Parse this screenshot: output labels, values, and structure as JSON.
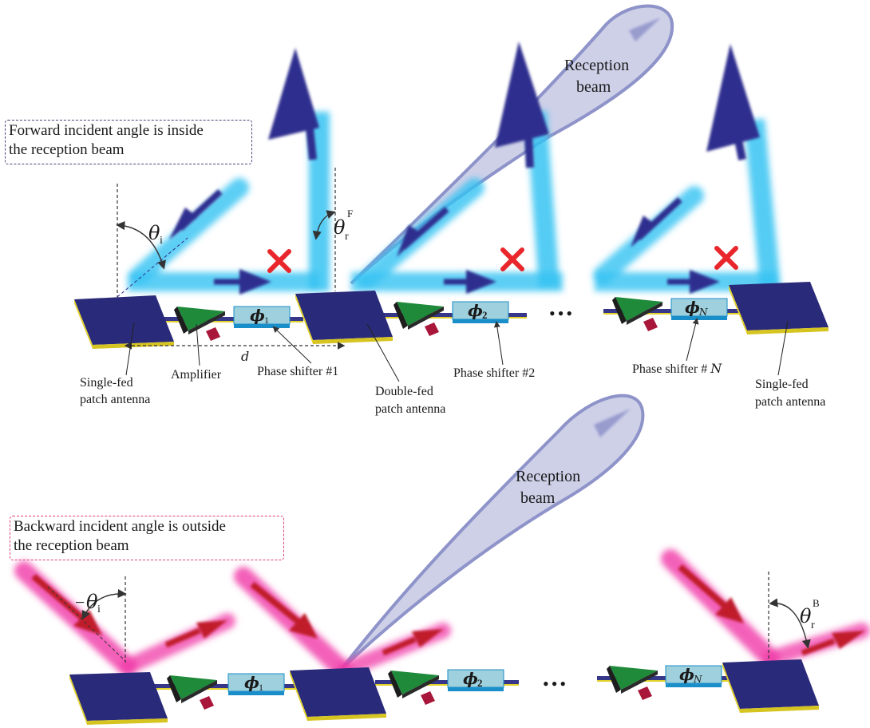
{
  "notes": {
    "forward": [
      "Forward incident angle is inside",
      "the reception beam"
    ],
    "backward": [
      "Backward incident angle is outside",
      "the reception beam"
    ]
  },
  "beams": {
    "top_label": [
      "Reception",
      "beam"
    ],
    "bottom_label": [
      "Reception",
      "beam"
    ]
  },
  "labels": {
    "single_fed_left": [
      "Single-fed",
      "patch antenna"
    ],
    "amplifier": "Amplifier",
    "phase_shifter_1": "Phase shifter #1",
    "double_fed": [
      "Double-fed",
      "patch antenna"
    ],
    "phase_shifter_2": "Phase shifter #2",
    "phase_shifter_n_text": "Phase shifter # ",
    "phase_shifter_n_var": "N",
    "single_fed_right": [
      "Single-fed",
      "patch antenna"
    ],
    "spacing": "d",
    "ellipsis": "•••"
  },
  "angles": {
    "theta": "θ",
    "sub_i": "i",
    "sub_r": "r",
    "sup_F": "F",
    "sup_B": "B",
    "minus": "−"
  },
  "phase_symbols": {
    "phi": "ϕ",
    "sub1": "1",
    "sub2": "2",
    "subN": "N"
  },
  "colors": {
    "patch": "#2a2a7a",
    "patch_edge": "#e2d12a",
    "feedline": "#37378a",
    "amplifier": "#1f8a3a",
    "phase_shifter_face": "#9fd0dd",
    "phase_shifter_side": "#1a8ec8",
    "forward_beam": "#36c3f2",
    "forward_arrow": "#2d2d8f",
    "backward_beam": "#f03aa7",
    "backward_arrow": "#c01d2a",
    "reception_beam": "#c9cbe6",
    "reception_beam_edge": "#8e93c9",
    "blocked_mark": "#e8262b"
  }
}
